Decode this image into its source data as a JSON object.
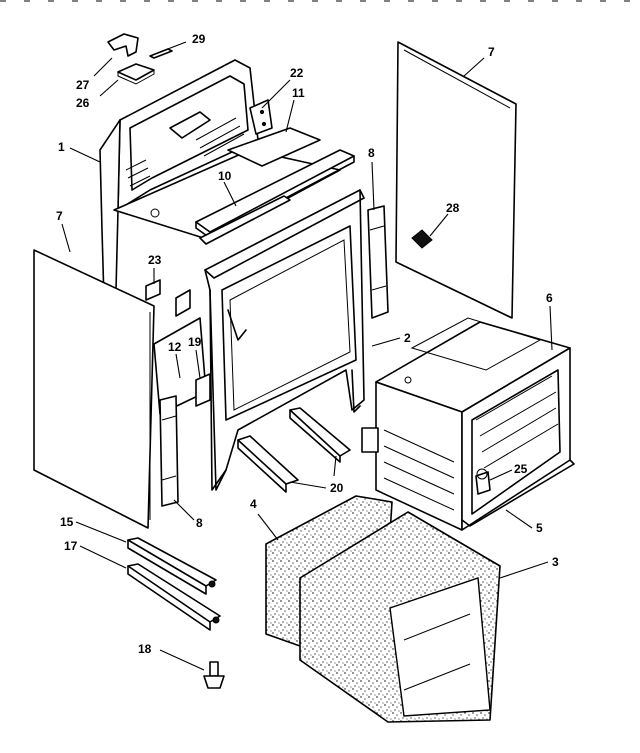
{
  "diagram": {
    "callouts": [
      {
        "id": "c29",
        "label": "29"
      },
      {
        "id": "c27",
        "label": "27"
      },
      {
        "id": "c26",
        "label": "26"
      },
      {
        "id": "c22",
        "label": "22"
      },
      {
        "id": "c11",
        "label": "11"
      },
      {
        "id": "c1",
        "label": "1"
      },
      {
        "id": "c10",
        "label": "10"
      },
      {
        "id": "c8a",
        "label": "8"
      },
      {
        "id": "c7a",
        "label": "7"
      },
      {
        "id": "c7b",
        "label": "7"
      },
      {
        "id": "c28",
        "label": "28"
      },
      {
        "id": "c23",
        "label": "23"
      },
      {
        "id": "c6",
        "label": "6"
      },
      {
        "id": "c2",
        "label": "2"
      },
      {
        "id": "c12",
        "label": "12"
      },
      {
        "id": "c19",
        "label": "19"
      },
      {
        "id": "c25",
        "label": "25"
      },
      {
        "id": "c20",
        "label": "20"
      },
      {
        "id": "c4",
        "label": "4"
      },
      {
        "id": "c5",
        "label": "5"
      },
      {
        "id": "c8b",
        "label": "8"
      },
      {
        "id": "c15",
        "label": "15"
      },
      {
        "id": "c3",
        "label": "3"
      },
      {
        "id": "c17",
        "label": "17"
      },
      {
        "id": "c18",
        "label": "18"
      }
    ]
  }
}
